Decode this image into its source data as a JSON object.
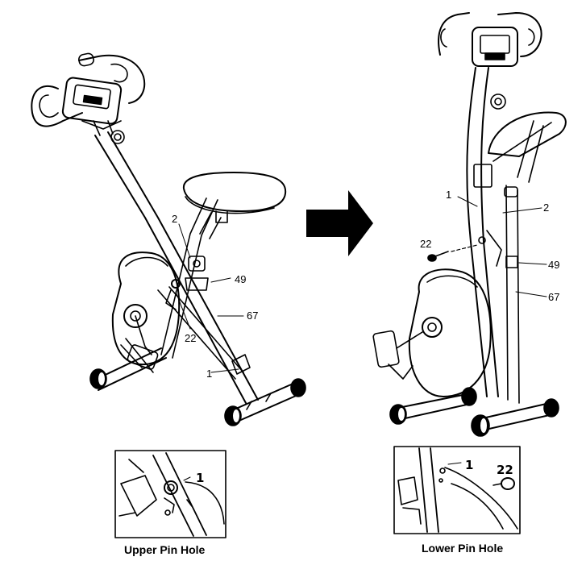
{
  "callouts_left": {
    "c2": "2",
    "c49": "49",
    "c67": "67",
    "c22": "22",
    "c1": "1"
  },
  "callouts_right": {
    "c1": "1",
    "c2": "2",
    "c22": "22",
    "c49": "49",
    "c67": "67"
  },
  "inset_left": {
    "label": "1",
    "caption": "Upper Pin Hole"
  },
  "inset_right": {
    "label1": "1",
    "label22": "22",
    "caption": "Lower Pin Hole"
  },
  "colors": {
    "line": "#000000",
    "background": "#ffffff"
  },
  "icons": {
    "arrow": "right-arrow-icon"
  }
}
